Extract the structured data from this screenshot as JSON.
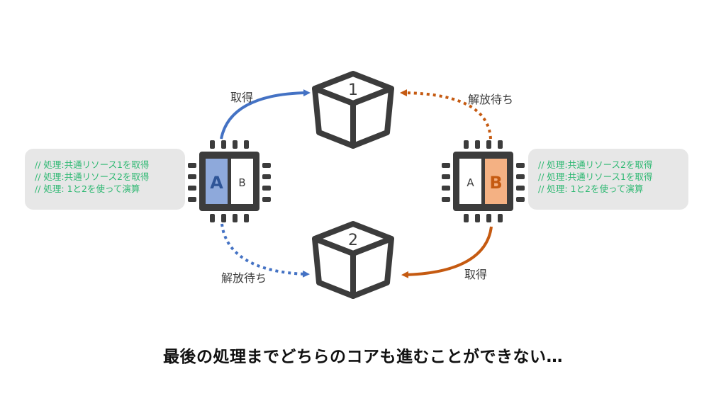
{
  "colors": {
    "blue": "#4472C4",
    "orange": "#C55A11",
    "code_green": "#2EB872",
    "chip_dark": "#3C3C3C",
    "panel_bg": "#E7E7E7",
    "core_a_fill": "#8EA9DB",
    "core_b_fill": "#F4B183"
  },
  "resources": [
    {
      "id": "1",
      "label": "1"
    },
    {
      "id": "2",
      "label": "2"
    }
  ],
  "left_core": {
    "highlight_label": "A",
    "other_label": "B",
    "code_lines": [
      "// 処理:共通リソース1を取得",
      "// 処理:共通リソース2を取得",
      "// 処理: 1と2を使って演算"
    ]
  },
  "right_core": {
    "other_label": "A",
    "highlight_label": "B",
    "code_lines": [
      "// 処理:共通リソース2を取得",
      "// 処理:共通リソース1を取得",
      "// 処理: 1と2を使って演算"
    ]
  },
  "arrows": {
    "left_to_1": "取得",
    "right_to_1": "解放待ち",
    "left_to_2": "解放待ち",
    "right_to_2": "取得"
  },
  "caption": "最後の処理までどちらのコアも進むことができない…"
}
